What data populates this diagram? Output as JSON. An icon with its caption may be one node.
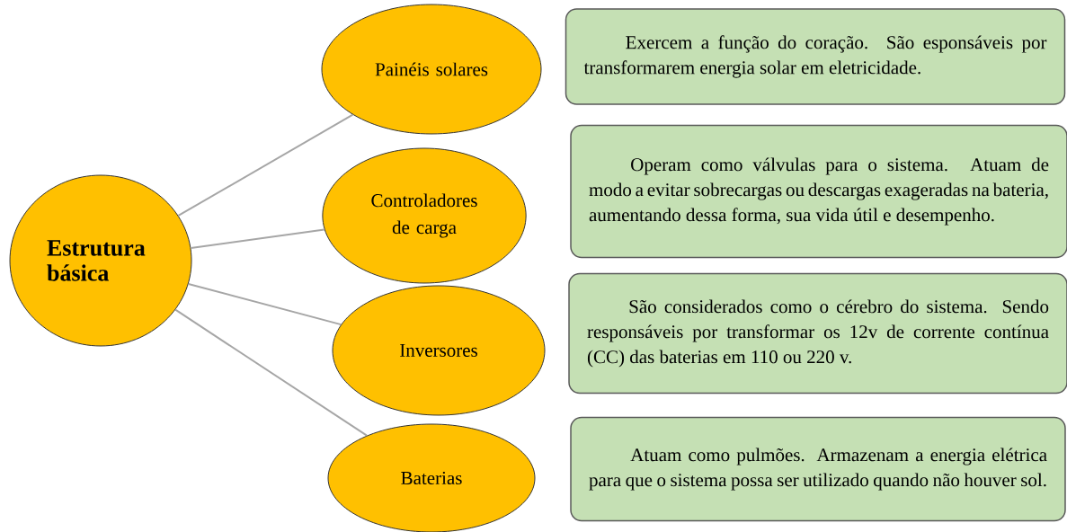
{
  "diagram": {
    "nodes": [
      {
        "text": [
          "Estrutura básica"
        ]
      },
      {
        "text": [
          "Painéis solares"
        ]
      },
      {
        "text": [
          "Controladores de carga"
        ]
      },
      {
        "text": [
          "Inversores"
        ]
      },
      {
        "text": [
          "Baterias"
        ]
      },
      {
        "text": [
          "Exercem a função do coração. São esponsáveis por transformarem energia solar em eletricidade."
        ]
      },
      {
        "text": [
          "Operam como válvulas para o sistema. Atuam de modo a evitar sobrecargas ou descargas exageradas na bateria, aumentando dessa forma, sua vida útil e desempenho."
        ]
      },
      {
        "text": [
          "São considerados como o cérebro do sistema. Sendo responsáveis por transformar os 12v de corrente contínua (CC) das baterias em 110 ou 220 v."
        ]
      },
      {
        "text": [
          "Atuam como pulmões. Armazenam a energia elétrica para que o sistema possa ser utilizado quando não houver sol."
        ]
      }
    ],
    "edges": [
      {
        "from": 0,
        "to": 1,
        "arrow": "none"
      },
      {
        "from": 0,
        "to": 2,
        "arrow": "none"
      },
      {
        "from": 0,
        "to": 3,
        "arrow": "none"
      },
      {
        "from": 0,
        "to": 4,
        "arrow": "none"
      }
    ]
  }
}
